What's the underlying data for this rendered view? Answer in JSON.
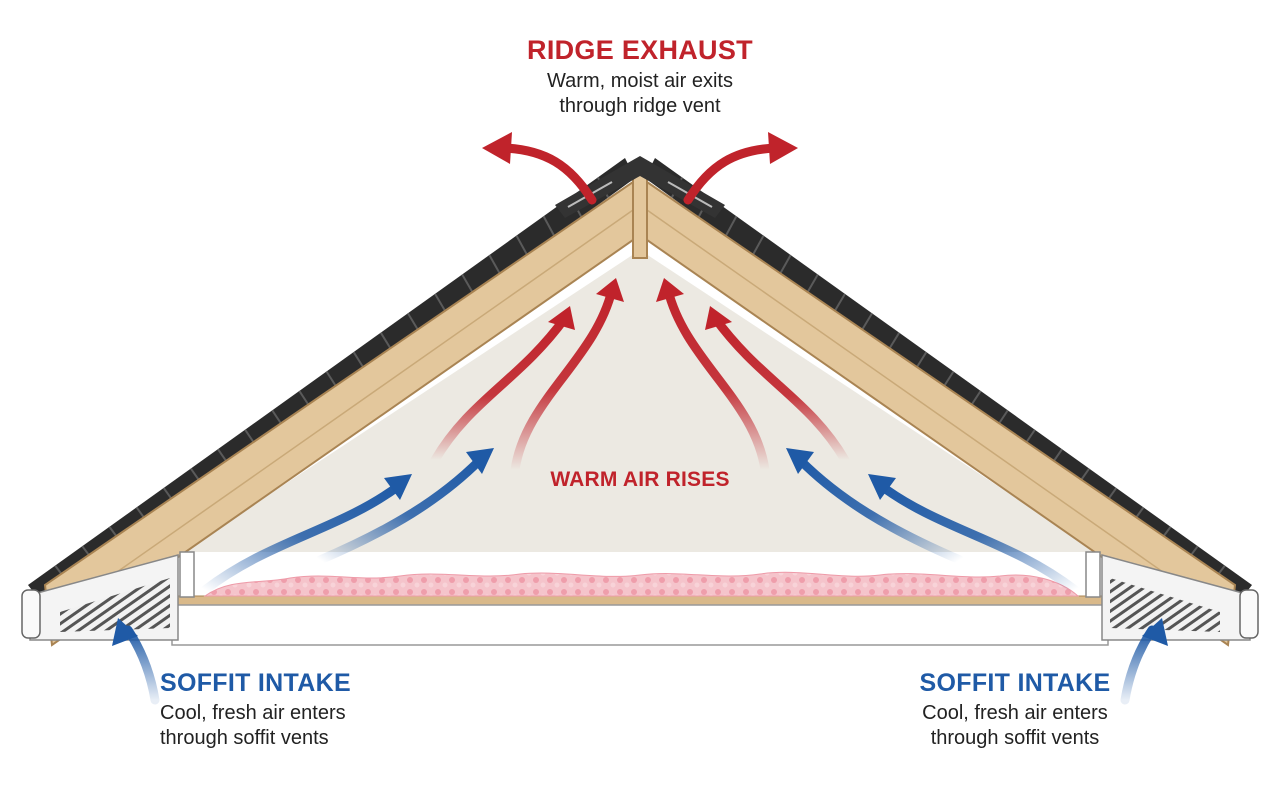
{
  "colors": {
    "exhaust": "#c0232b",
    "intake": "#1f5aa6",
    "shingle": "#2b2b2b",
    "wood": "#e3c79c",
    "wood_dark": "#a98453",
    "attic_bg": "#ece9e2",
    "insulation": "#f2b6bf",
    "soffit": "#f4f4f4"
  },
  "ridge": {
    "title": "RIDGE EXHAUST",
    "line1": "Warm, moist air exits",
    "line2": "through ridge vent"
  },
  "center": {
    "label": "WARM AIR RISES"
  },
  "soffit_left": {
    "title": "SOFFIT INTAKE",
    "line1": "Cool, fresh air enters",
    "line2": "through soffit vents"
  },
  "soffit_right": {
    "title": "SOFFIT INTAKE",
    "line1": "Cool, fresh air enters",
    "line2": "through soffit vents"
  },
  "icons": [
    "ridge-vent-icon",
    "soffit-vent-icon",
    "airflow-arrow-icon"
  ]
}
